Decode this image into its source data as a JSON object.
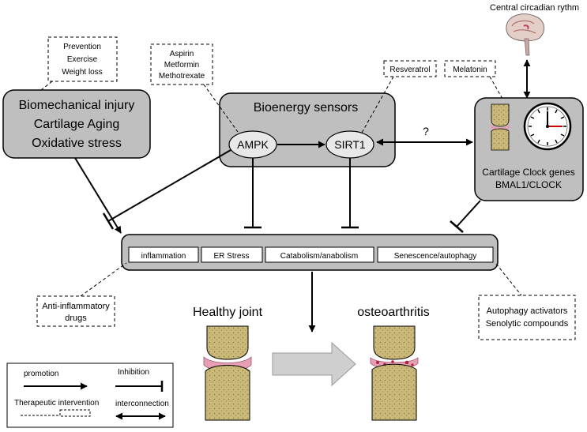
{
  "central_label": "Central circadian rythm",
  "injury_box": {
    "lines": [
      "Biomechanical injury",
      "Cartilage Aging",
      "Oxidative stress"
    ]
  },
  "prevention_box": {
    "lines": [
      "Prevention",
      "Exercise",
      "Weight loss"
    ]
  },
  "drugs_box": {
    "lines": [
      "Aspirin",
      "Metformin",
      "Methotrexate"
    ]
  },
  "resveratrol": "Resveratrol",
  "melatonin": "Melatonin",
  "sensors_box": {
    "title": "Bioenergy sensors",
    "ampk": "AMPK",
    "sirt1": "SIRT1"
  },
  "question_mark": "?",
  "clock_box": {
    "lines": [
      "Cartilage Clock genes",
      "BMAL1/CLOCK"
    ]
  },
  "processes": [
    "inflammation",
    "ER Stress",
    "Catabolism/anabolism",
    "Senescence/autophagy"
  ],
  "anti_inflammatory": {
    "lines": [
      "Anti-inflammatory",
      "drugs"
    ]
  },
  "autophagy_box": {
    "lines": [
      "Autophagy activators",
      "Senolytic compounds"
    ]
  },
  "healthy_label": "Healthy joint",
  "oa_label": "osteoarthritis",
  "legend": {
    "promotion": "promotion",
    "inhibition": "Inhibition",
    "therapeutic": "Therapeutic intervention",
    "interconnection": "interconnection"
  },
  "colors": {
    "box_fill": "#bfbfbf",
    "bone": "#c8b878",
    "cartilage": "#e6a0b4",
    "hand": "#cc0000"
  }
}
